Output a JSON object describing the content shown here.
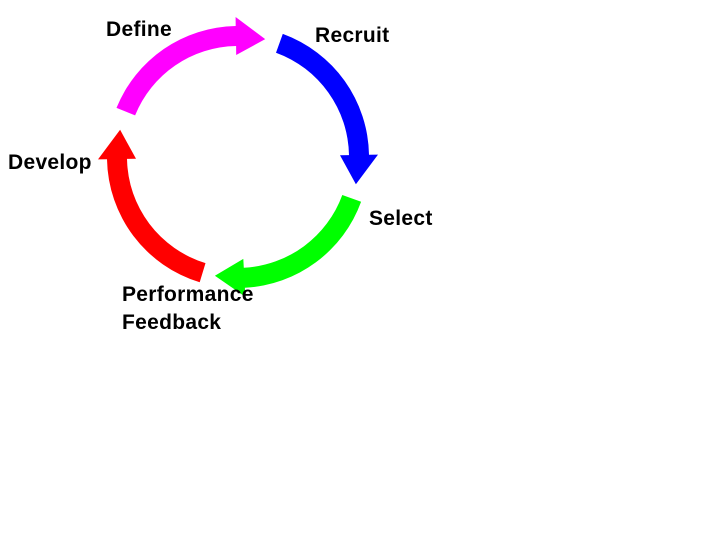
{
  "diagram": {
    "title": "",
    "steps": [
      {
        "label": "Define",
        "color": "#ff00ff"
      },
      {
        "label": "Recruit",
        "color": "#0000ff"
      },
      {
        "label": "Select",
        "color": "#00ff00"
      },
      {
        "label": "Performance Feedback",
        "line1": "Performance",
        "line2": "Feedback",
        "color": "#ff0000"
      },
      {
        "label": "Develop",
        "color": "#ff0000"
      }
    ]
  }
}
